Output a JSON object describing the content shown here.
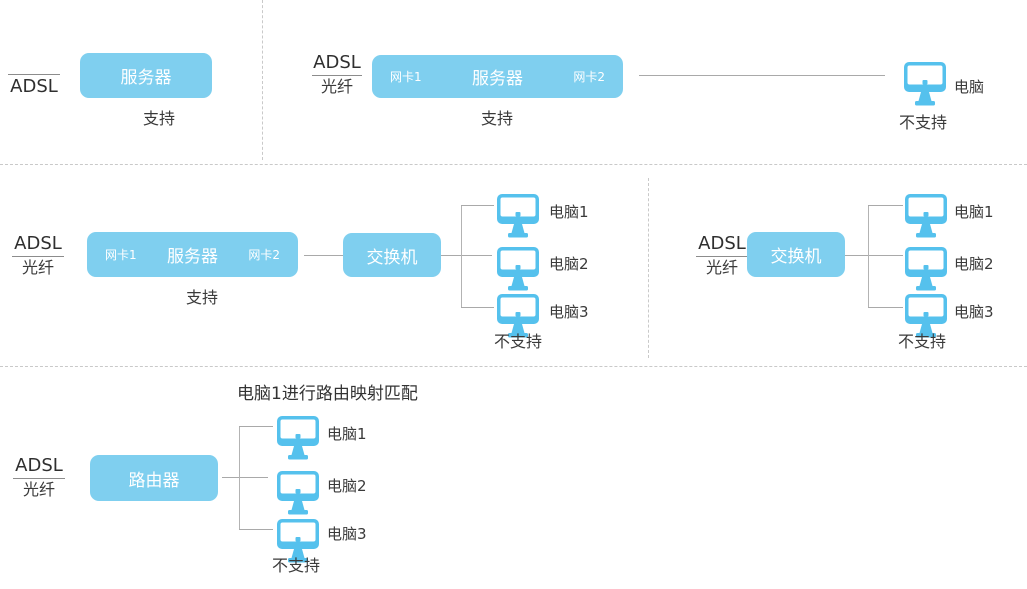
{
  "colors": {
    "node_box_blue": "#7fcfef",
    "computer_icon_blue": "#55c1ed",
    "text_dark": "#3a3a3a",
    "connector_gray": "#a9a9a9",
    "divider_dash_gray": "#c9c9c9"
  },
  "sections": {
    "top_left": {
      "wan_top": "",
      "wan_bottom": "ADSL",
      "node_label": "服务器",
      "verdict": "支持"
    },
    "top_right": {
      "wan_top": "ADSL",
      "wan_bottom": "光纤",
      "nic1": "网卡1",
      "node_label": "服务器",
      "nic2": "网卡2",
      "verdict": "支持",
      "computer_label": "电脑",
      "computer_verdict": "不支持"
    },
    "middle_left": {
      "wan_top": "ADSL",
      "wan_bottom": "光纤",
      "nic1": "网卡1",
      "server_label": "服务器",
      "nic2": "网卡2",
      "server_verdict": "支持",
      "switch_label": "交换机",
      "computers": [
        "电脑1",
        "电脑2",
        "电脑3"
      ],
      "computers_verdict": "不支持"
    },
    "middle_right": {
      "wan_top": "ADSL",
      "wan_bottom": "光纤",
      "switch_label": "交换机",
      "computers": [
        "电脑1",
        "电脑2",
        "电脑3"
      ],
      "computers_verdict": "不支持"
    },
    "bottom": {
      "note": "电脑1进行路由映射匹配",
      "wan_top": "ADSL",
      "wan_bottom": "光纤",
      "router_label": "路由器",
      "computers": [
        "电脑1",
        "电脑2",
        "电脑3"
      ],
      "computers_verdict": "不支持"
    }
  }
}
